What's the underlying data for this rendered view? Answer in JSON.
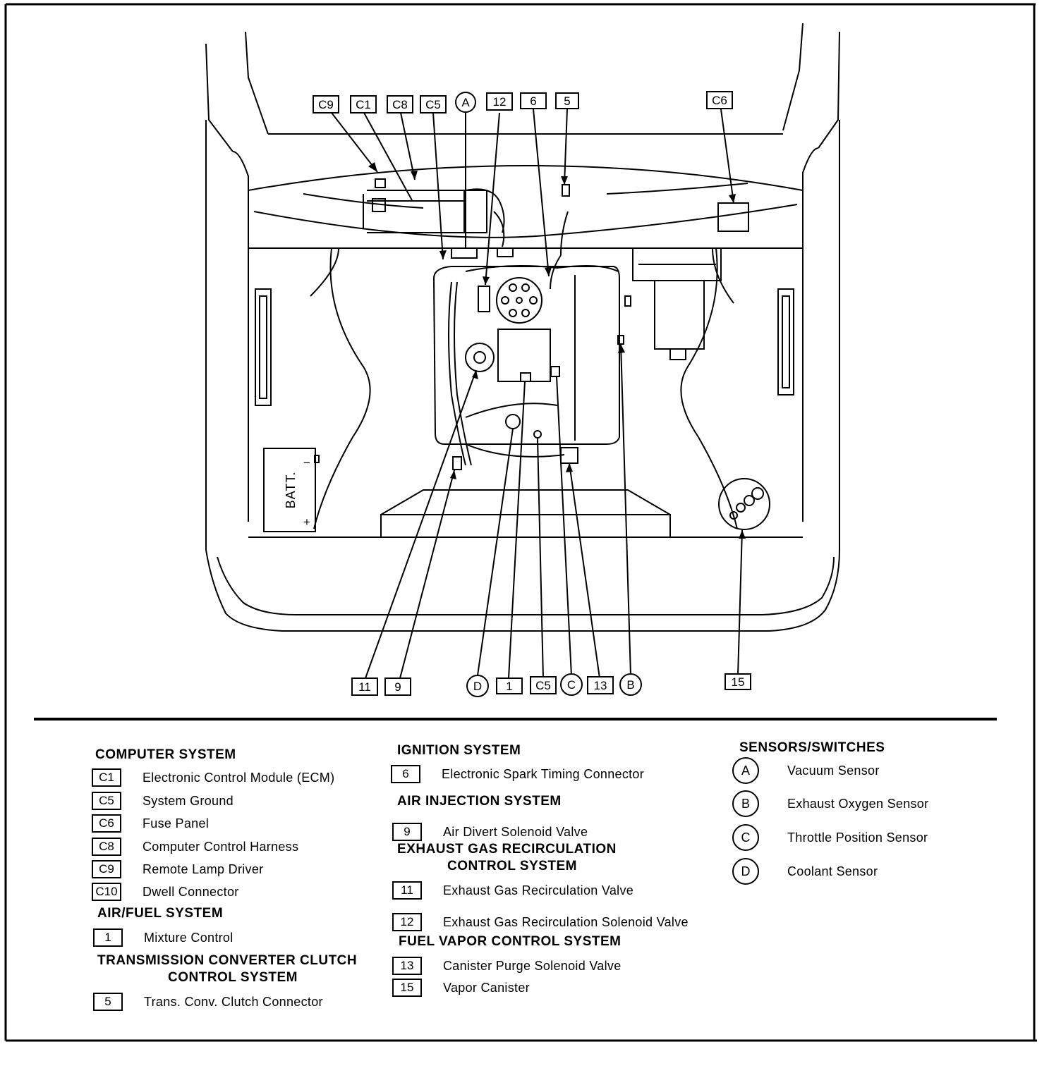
{
  "diagram": {
    "callouts": {
      "top_c9": "C9",
      "top_c1": "C1",
      "top_c8": "C8",
      "top_c5": "C5",
      "top_a": "A",
      "top_12": "12",
      "top_6": "6",
      "top_5": "5",
      "top_c6": "C6",
      "bot_11": "11",
      "bot_9": "9",
      "bot_d": "D",
      "bot_1": "1",
      "bot_c5": "C5",
      "bot_c": "C",
      "bot_13": "13",
      "bot_b": "B",
      "bot_15": "15"
    },
    "battery_label": "BATT.",
    "battery_plus": "+",
    "battery_minus": "−"
  },
  "legend": {
    "computer": {
      "heading": "COMPUTER SYSTEM",
      "items": [
        {
          "code": "C1",
          "label": "Electronic Control Module (ECM)"
        },
        {
          "code": "C5",
          "label": "System Ground"
        },
        {
          "code": "C6",
          "label": "Fuse Panel"
        },
        {
          "code": "C8",
          "label": "Computer Control Harness"
        },
        {
          "code": "C9",
          "label": "Remote Lamp Driver"
        },
        {
          "code": "C10",
          "label": "Dwell Connector"
        }
      ]
    },
    "air_fuel": {
      "heading": "AIR/FUEL SYSTEM",
      "items": [
        {
          "code": "1",
          "label": "Mixture Control"
        }
      ]
    },
    "tcc": {
      "heading_line1": "TRANSMISSION CONVERTER CLUTCH",
      "heading_line2": "CONTROL SYSTEM",
      "items": [
        {
          "code": "5",
          "label": "Trans. Conv. Clutch Connector"
        }
      ]
    },
    "ignition": {
      "heading": "IGNITION SYSTEM",
      "items": [
        {
          "code": "6",
          "label": "Electronic Spark Timing Connector"
        }
      ]
    },
    "air_injection": {
      "heading": "AIR INJECTION SYSTEM",
      "items": [
        {
          "code": "9",
          "label": "Air Divert Solenoid Valve"
        }
      ]
    },
    "egr": {
      "heading_line1": "EXHAUST GAS RECIRCULATION",
      "heading_line2": "CONTROL SYSTEM",
      "items": [
        {
          "code": "11",
          "label": "Exhaust Gas Recirculation Valve"
        },
        {
          "code": "12",
          "label": "Exhaust Gas Recirculation Solenoid Valve"
        }
      ]
    },
    "fuel_vapor": {
      "heading": "FUEL VAPOR CONTROL SYSTEM",
      "items": [
        {
          "code": "13",
          "label": "Canister Purge Solenoid Valve"
        },
        {
          "code": "15",
          "label": "Vapor Canister"
        }
      ]
    },
    "sensors": {
      "heading": "SENSORS/SWITCHES",
      "items": [
        {
          "code": "A",
          "label": "Vacuum Sensor"
        },
        {
          "code": "B",
          "label": "Exhaust Oxygen Sensor"
        },
        {
          "code": "C",
          "label": "Throttle Position Sensor"
        },
        {
          "code": "D",
          "label": "Coolant Sensor"
        }
      ]
    }
  }
}
